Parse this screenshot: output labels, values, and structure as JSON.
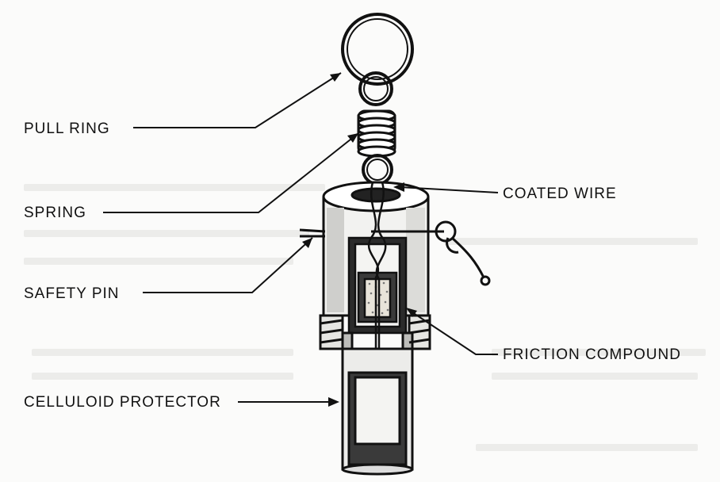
{
  "labels": {
    "pull_ring": "PULL RING",
    "spring": "SPRING",
    "safety_pin": "SAFETY PIN",
    "celluloid_protector": "CELLULOID PROTECTOR",
    "coated_wire": "COATED WIRE",
    "friction_compound": "FRICTION COMPOUND"
  },
  "colors": {
    "ink": "#111111",
    "paper": "#fbfbfa",
    "shadow": "#555555",
    "compound": "#e8e4da"
  }
}
